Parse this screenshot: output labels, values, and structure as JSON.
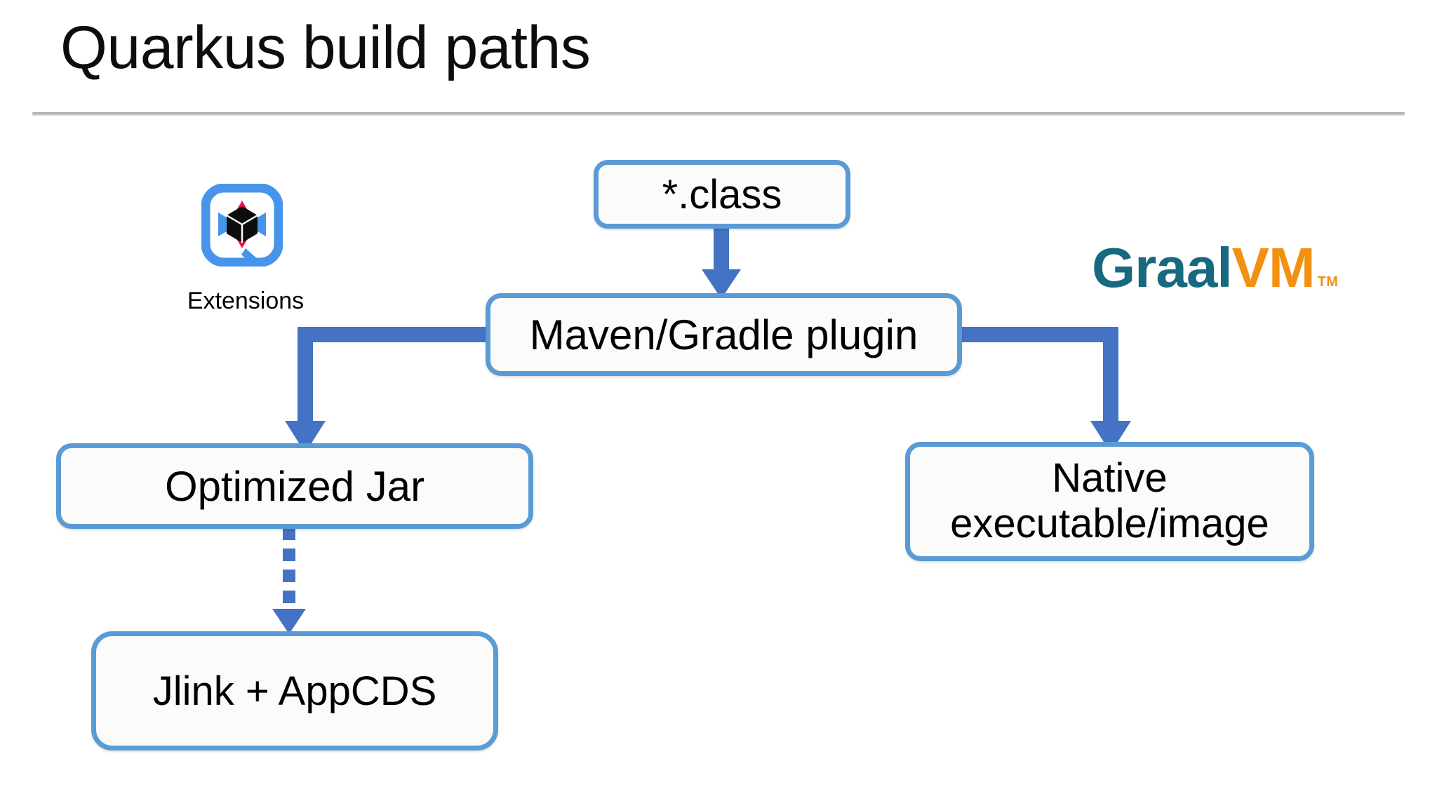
{
  "slide": {
    "title": "Quarkus build paths",
    "background_color": "#ffffff",
    "rule_color": "#adadad"
  },
  "theme": {
    "box_border_color": "#5B9BD5",
    "box_fill_color": "#fbfbf9",
    "arrow_color": "#4472C4",
    "text_color": "#000000",
    "graalvm_teal": "#18697F",
    "graalvm_orange": "#F29111",
    "extensions_blue": "#4695EB",
    "extensions_red": "#F0114B",
    "extensions_black": "#0D0D0D"
  },
  "diagram": {
    "type": "flowchart",
    "nodes": [
      {
        "id": "class",
        "label": "*.class"
      },
      {
        "id": "plugin",
        "label": "Maven/Gradle plugin"
      },
      {
        "id": "jar",
        "label": "Optimized Jar"
      },
      {
        "id": "jlink",
        "label": "Jlink + AppCDS"
      },
      {
        "id": "native",
        "label_line1": "Native",
        "label_line2": "executable/image"
      }
    ],
    "edges": [
      {
        "from": "class",
        "to": "plugin",
        "style": "solid-arrow",
        "shape": "straight-down"
      },
      {
        "from": "plugin",
        "to": "jar",
        "style": "solid-arrow",
        "shape": "elbow-left-down"
      },
      {
        "from": "plugin",
        "to": "native",
        "style": "solid-arrow",
        "shape": "elbow-right-down"
      },
      {
        "from": "jar",
        "to": "jlink",
        "style": "dotted-arrow",
        "shape": "straight-down"
      }
    ]
  },
  "extensions": {
    "icon_name": "quarkus-extensions-icon",
    "label": "Extensions"
  },
  "graalvm": {
    "icon_name": "graalvm-logo",
    "word_primary": "Graal",
    "word_secondary": "VM",
    "trademark": "TM"
  }
}
